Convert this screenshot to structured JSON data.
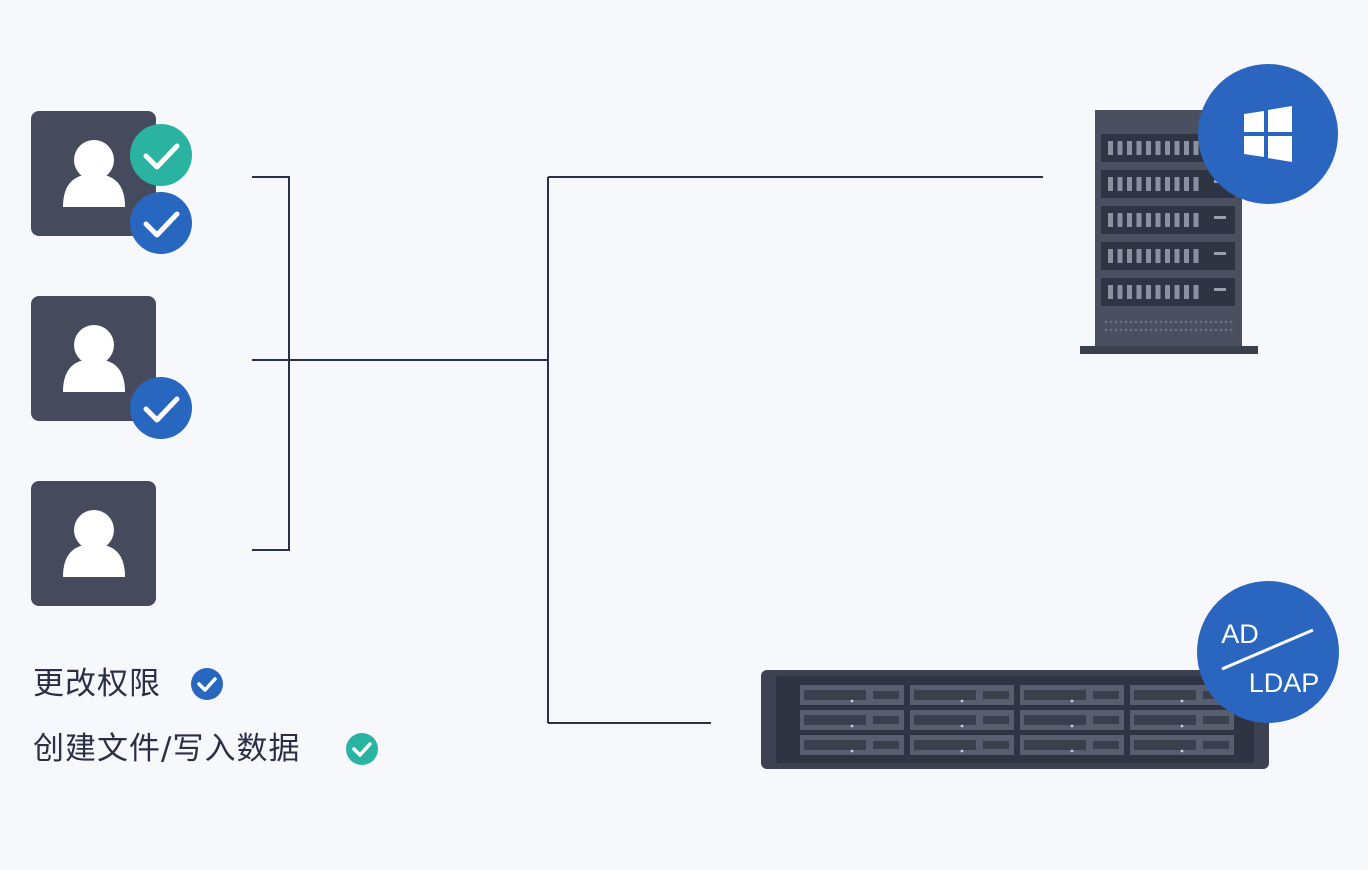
{
  "colors": {
    "background": "#f7f8fc",
    "user_tile": "#454b5c",
    "user_silhouette": "#ffffff",
    "check_blue": "#2867bf",
    "check_teal": "#2bb3a2",
    "line": "#2a2f4a",
    "server_body": "#4a5060",
    "server_dark": "#2f3443",
    "server_slot": "#6b7282",
    "badge_blue": "#2a66bf"
  },
  "icons": {
    "user": "user-icon",
    "check": "check-icon",
    "windows": "windows-logo-icon",
    "tower_server": "tower-server-icon",
    "rack_nas": "rack-nas-icon"
  },
  "legend": {
    "permission_label": "更改权限",
    "write_label": "创建文件/写入数据"
  },
  "badge": {
    "ad": "AD",
    "ldap": "LDAP"
  }
}
